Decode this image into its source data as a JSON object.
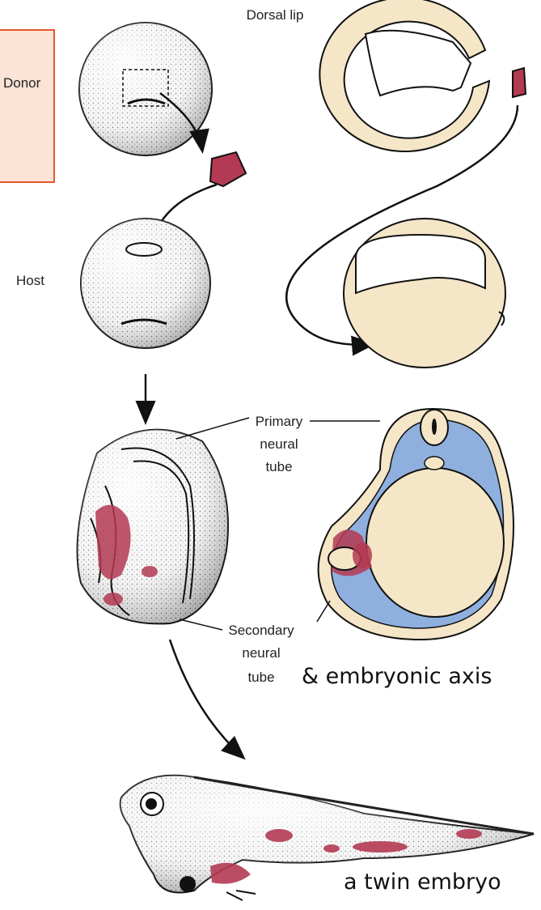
{
  "labels": {
    "dorsal_lip": "Dorsal lip",
    "donor": "Donor",
    "host": "Host",
    "primary_line1": "Primary",
    "primary_line2": "neural",
    "primary_line3": "tube",
    "secondary_line1": "Secondary",
    "secondary_line2": "neural",
    "secondary_line3": "tube"
  },
  "annotations": {
    "embryonic_axis": "& embryonic axis",
    "twin_embryo": "a twin embryo"
  },
  "colors": {
    "tissue": "#b33a52",
    "yolk": "#f5e6c8",
    "mesoderm": "#8fb0de",
    "annotation_box_fill": "#fbe3d5",
    "annotation_box_border": "#e4572e"
  }
}
